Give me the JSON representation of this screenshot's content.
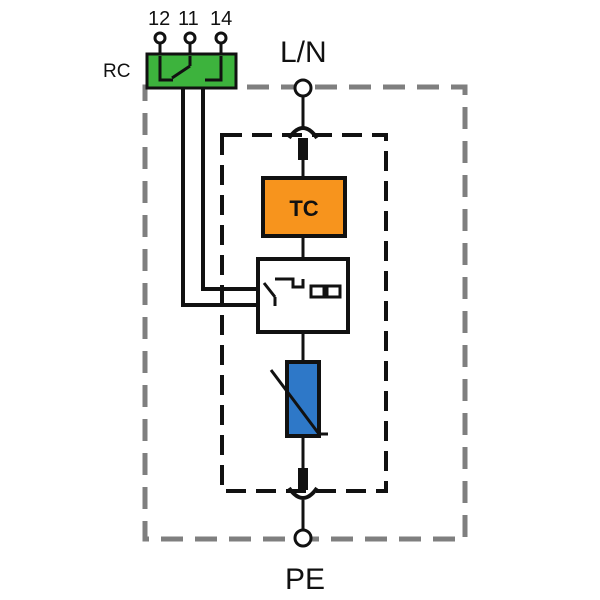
{
  "labels": {
    "terminal_12": "12",
    "terminal_11": "11",
    "terminal_14": "14",
    "remote_contact": "RC",
    "top_terminal": "L/N",
    "bottom_terminal": "PE",
    "thermal_cutout": "TC"
  },
  "colors": {
    "rc_block": "#3DB33D",
    "thermal_cutout": "#F7941D",
    "varistor": "#2E78C8",
    "outer_border": "#7F7F7F",
    "inner_border": "#111111",
    "wire": "#111111"
  }
}
